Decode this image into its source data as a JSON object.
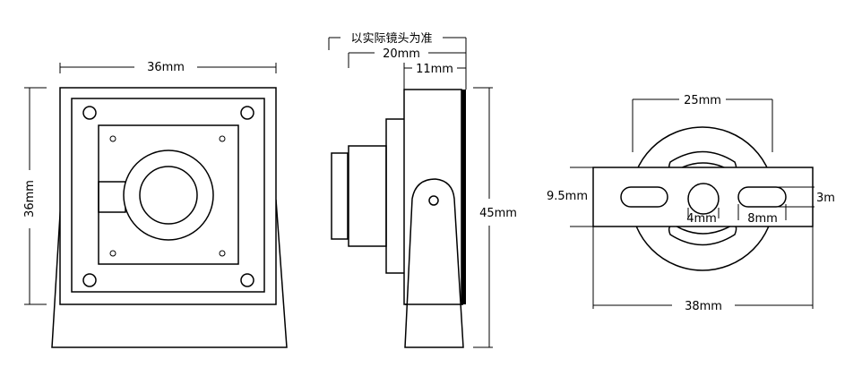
{
  "views": {
    "front": {
      "width_label": "36mm",
      "height_label": "36mm"
    },
    "side": {
      "note_label": "以实际镜头为准",
      "lens_length_label": "20mm",
      "body_depth_label": "11mm",
      "height_label": "45mm"
    },
    "mount": {
      "top_width_label": "25mm",
      "bottom_width_label": "38mm",
      "bar_height_label": "9.5mm",
      "slot_height_label": "3m",
      "hole_label": "4mm",
      "slot_length_label": "8mm"
    }
  }
}
